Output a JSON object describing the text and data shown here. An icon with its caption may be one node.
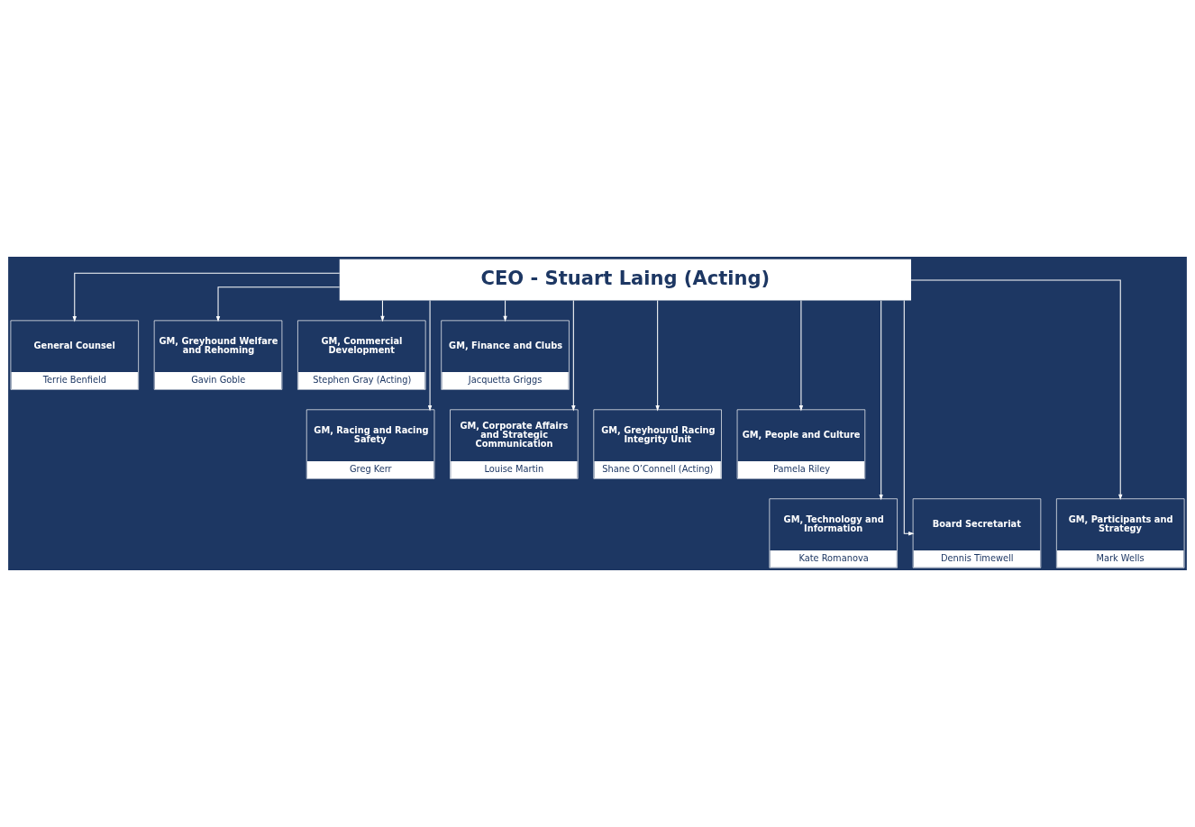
{
  "diagram": {
    "nodes": [
      {
        "text": [
          "CEO - Stuart Laing (Acting)"
        ]
      },
      {
        "text": [
          "General Counsel",
          "Terrie Benfield"
        ]
      },
      {
        "text": [
          "GM, Greyhound Welfare and Rehoming",
          "Gavin Goble"
        ]
      },
      {
        "text": [
          "GM, Commercial Development",
          "Stephen Gray (Acting)"
        ]
      },
      {
        "text": [
          "GM, Finance and Clubs",
          "Jacquetta Griggs"
        ]
      },
      {
        "text": [
          "GM, Racing and Racing Safety",
          "Greg Kerr"
        ]
      },
      {
        "text": [
          "GM, Corporate Affairs and Strategic Communication",
          "Louise Martin"
        ]
      },
      {
        "text": [
          "GM, Greyhound Racing Integrity Unit",
          "Shane O’Connell (Acting)"
        ]
      },
      {
        "text": [
          "GM, People and Culture",
          "Pamela Riley"
        ]
      },
      {
        "text": [
          "GM, Technology and Information",
          "Kate Romanova"
        ]
      },
      {
        "text": [
          "Board Secretariat",
          "Dennis Timewell"
        ]
      },
      {
        "text": [
          "GM, Participants and Strategy",
          "Mark Wells"
        ]
      }
    ],
    "edges": [
      {
        "from": 0,
        "to": 1,
        "arrow": "to"
      },
      {
        "from": 0,
        "to": 2,
        "arrow": "to"
      },
      {
        "from": 0,
        "to": 3,
        "arrow": "to"
      },
      {
        "from": 0,
        "to": 4,
        "arrow": "to"
      },
      {
        "from": 0,
        "to": 5,
        "arrow": "to"
      },
      {
        "from": 0,
        "to": 6,
        "arrow": "to"
      },
      {
        "from": 0,
        "to": 7,
        "arrow": "to"
      },
      {
        "from": 0,
        "to": 8,
        "arrow": "to"
      },
      {
        "from": 0,
        "to": 9,
        "arrow": "to"
      },
      {
        "from": 0,
        "to": 10,
        "arrow": "to"
      },
      {
        "from": 0,
        "to": 11,
        "arrow": "to"
      }
    ]
  }
}
